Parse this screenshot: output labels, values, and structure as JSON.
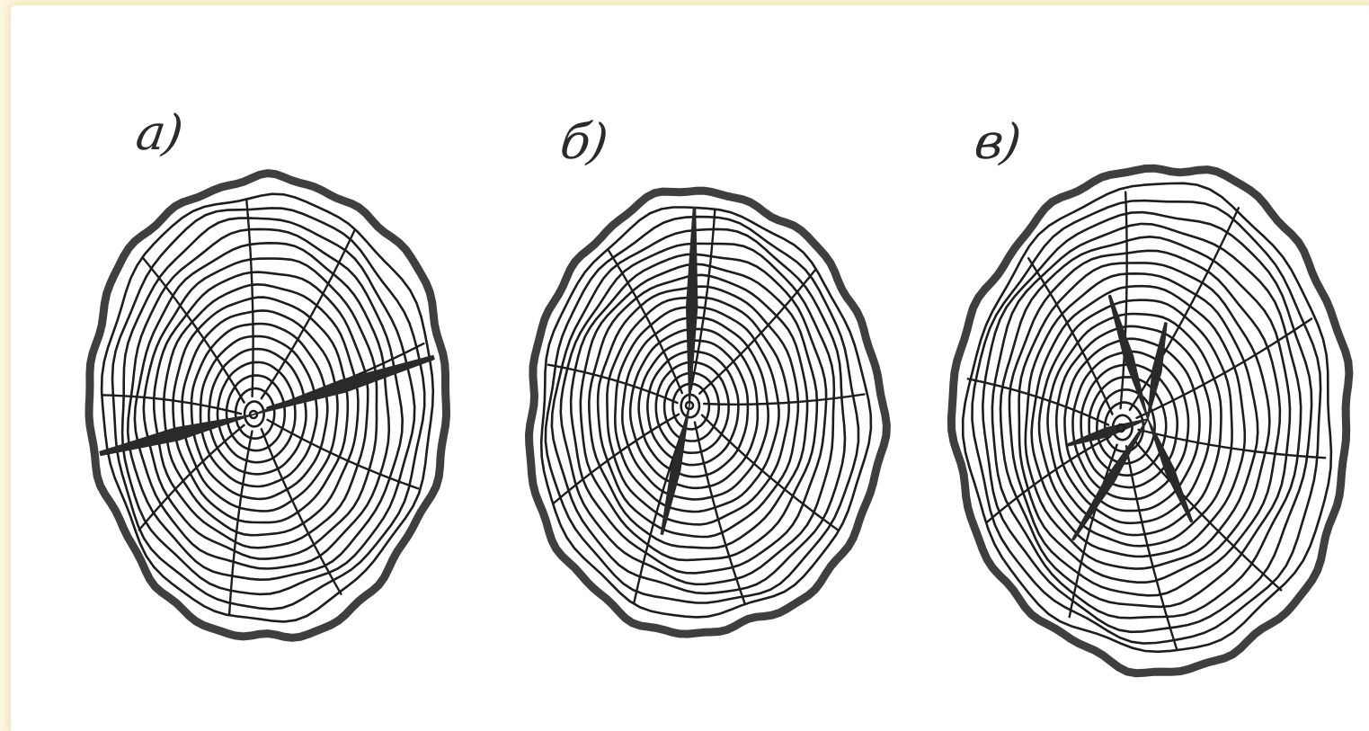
{
  "figures": [
    {
      "label": "а)",
      "crack_type": "through",
      "ray_count": 9
    },
    {
      "label": "б)",
      "crack_type": "single-radial",
      "ray_count": 9
    },
    {
      "label": "в)",
      "crack_type": "star",
      "ray_count": 10
    }
  ],
  "colors": {
    "background": "#fdf7e3",
    "slide": "#ffffff",
    "ink": "#1d1d1d",
    "bark": "#3f3f3f"
  }
}
